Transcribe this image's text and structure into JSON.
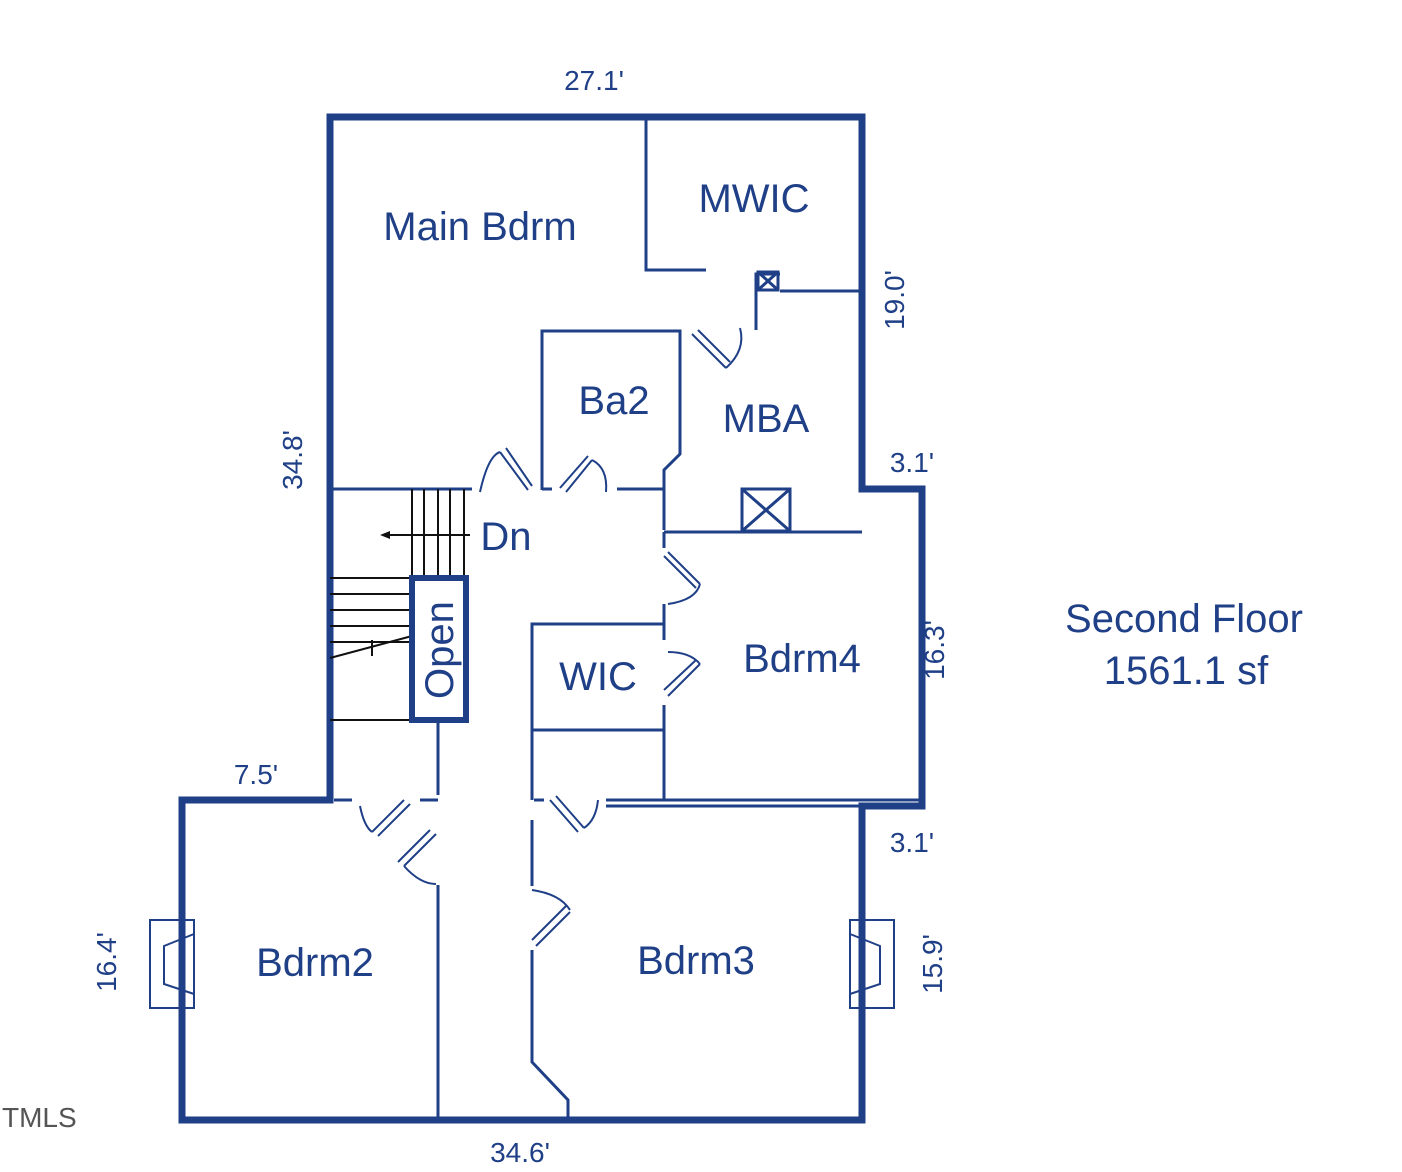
{
  "plan": {
    "rooms": {
      "main_bdrm": "Main Bdrm",
      "mwic": "MWIC",
      "ba2": "Ba2",
      "mba": "MBA",
      "dn": "Dn",
      "open": "Open",
      "wic": "WIC",
      "bdrm4": "Bdrm4",
      "bdrm2": "Bdrm2",
      "bdrm3": "Bdrm3"
    },
    "dimensions": {
      "top": "27.1'",
      "left_upper": "34.8'",
      "right_upper": "19.0'",
      "step_upper": "3.1'",
      "right_mid": "16.3'",
      "step_lower": "3.1'",
      "left_step": "7.5'",
      "left_lower": "16.4'",
      "right_lower": "15.9'",
      "bottom": "34.6'"
    },
    "floor_name": "Second Floor",
    "floor_area": "1561.1 sf"
  },
  "watermark": "TMLS",
  "colors": {
    "line": "#1f3f87",
    "stair": "#111111"
  }
}
